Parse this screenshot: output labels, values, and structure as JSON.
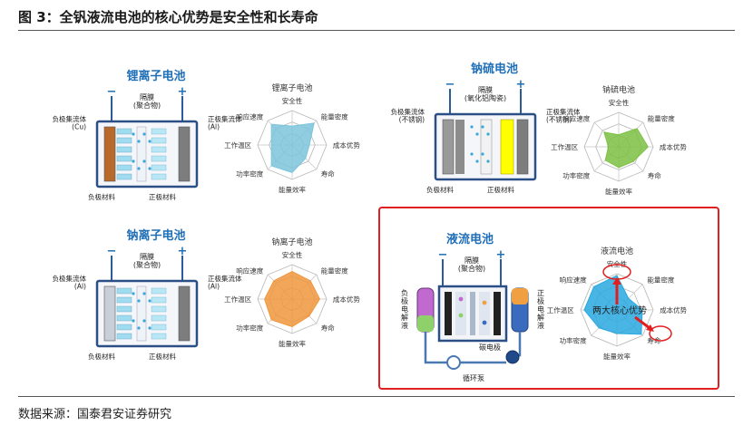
{
  "figure_title": "图 3：全钒液流电池的核心优势是安全性和长寿命",
  "source": "数据来源：国泰君安证券研究",
  "radar_axes": [
    "安全性",
    "能量密度",
    "成本优势",
    "寿命",
    "能量效率",
    "功率密度",
    "工作温区",
    "响应速度"
  ],
  "batteries": [
    {
      "name": "锂离子电池",
      "radar_title": "锂离子电池",
      "radar_values": [
        0.55,
        0.9,
        0.5,
        0.55,
        0.8,
        0.85,
        0.6,
        0.85
      ],
      "radar_color": "#7cc4dc",
      "separator": "隔膜\n(聚合物)",
      "neg_collector": "负极集流体\n(Cu)",
      "pos_collector": "正极集流体\n(Al)",
      "neg_material": "负极材料",
      "pos_material": "正极材料"
    },
    {
      "name": "钠硫电池",
      "radar_title": "钠硫电池",
      "radar_values": [
        0.35,
        0.75,
        0.85,
        0.6,
        0.6,
        0.55,
        0.3,
        0.6
      ],
      "radar_color": "#7cc142",
      "separator": "隔膜\n(氧化铝陶瓷)",
      "neg_collector": "负极集流体\n(不锈钢)",
      "pos_collector": "正极集流体\n(不锈钢)",
      "neg_material": "负极材料",
      "pos_material": "正极材料"
    },
    {
      "name": "钠离子电池",
      "radar_title": "钠离子电池",
      "radar_values": [
        0.8,
        0.75,
        0.8,
        0.7,
        0.8,
        0.85,
        0.8,
        0.75
      ],
      "radar_color": "#f0963c",
      "separator": "隔膜\n(聚合物)",
      "neg_collector": "负极集流体\n(Al)",
      "pos_collector": "正极集流体\n(Al)",
      "neg_material": "负极材料",
      "pos_material": "正极材料"
    },
    {
      "name": "液流电池",
      "radar_title": "液流电池",
      "radar_values": [
        0.95,
        0.45,
        0.7,
        0.95,
        0.65,
        0.7,
        0.9,
        0.9
      ],
      "radar_color": "#29a8e0",
      "separator": "隔膜\n(聚合物)",
      "neg_electrolyte": "负极电解液",
      "pos_electrolyte": "正极电解液",
      "electrode": "碳电极",
      "pump": "循环泵",
      "annotation": "两大核心优势"
    }
  ],
  "colors": {
    "highlight_border": "#e02020",
    "title_blue": "#1f6fb8",
    "annotation_red": "#e02020"
  }
}
